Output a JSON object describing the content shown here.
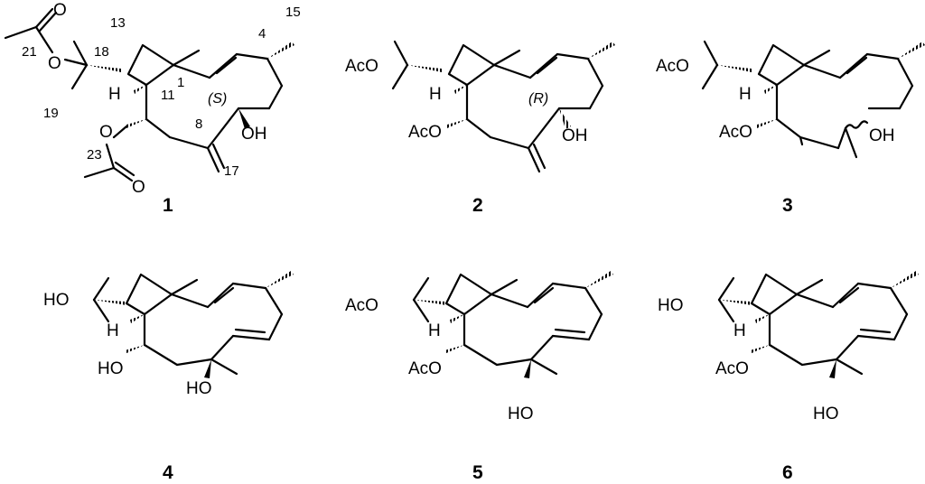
{
  "figure": {
    "compounds": [
      {
        "number": "1",
        "labels": {
          "oh": "OH",
          "h": "H",
          "stereo": "(S)"
        },
        "carbon_numbers": {
          "c15": "15",
          "c4": "4",
          "c13": "13",
          "c18": "18",
          "c21": "21",
          "c1": "1",
          "c11": "11",
          "c19": "19",
          "c8": "8",
          "c23": "23",
          "c17": "17"
        }
      },
      {
        "number": "2",
        "labels": {
          "aco_top": "AcO",
          "aco_bottom": "AcO",
          "h": "H",
          "oh": "OH",
          "stereo": "(R)"
        }
      },
      {
        "number": "3",
        "labels": {
          "aco_top": "AcO",
          "aco_bottom": "AcO",
          "h": "H",
          "oh": "OH"
        }
      },
      {
        "number": "4",
        "labels": {
          "top": "HO",
          "left": "HO",
          "bottom": "HO",
          "h": "H"
        }
      },
      {
        "number": "5",
        "labels": {
          "top": "AcO",
          "left": "AcO",
          "bottom": "HO",
          "h": "H"
        }
      },
      {
        "number": "6",
        "labels": {
          "top": "HO",
          "left": "AcO",
          "bottom": "HO",
          "h": "H"
        }
      }
    ]
  }
}
